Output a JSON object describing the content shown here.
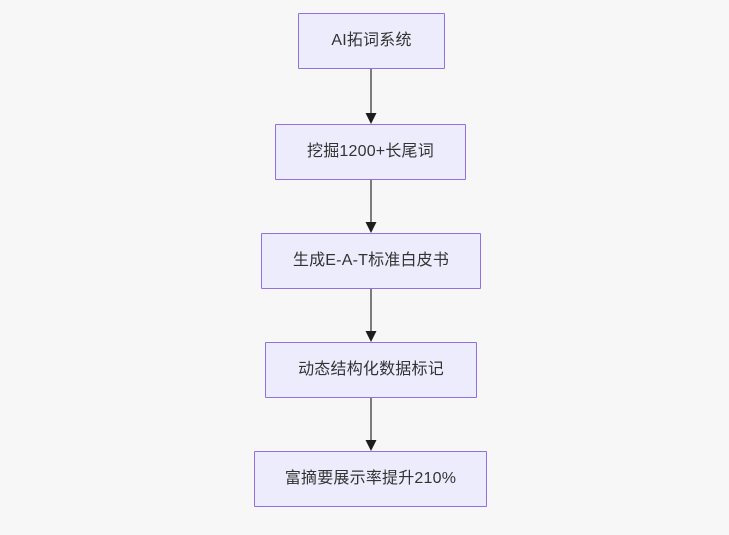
{
  "diagram": {
    "type": "flowchart",
    "orientation": "top-to-bottom",
    "background_color": "#f7f7f7",
    "node_fill_color": "#ececfd",
    "node_border_color": "#9370db",
    "node_text_color": "#333333",
    "edge_color": "#7c7c7c",
    "arrowhead_color": "#1d1d1d",
    "nodes": [
      {
        "id": "node-0",
        "label": "AI拓词系统"
      },
      {
        "id": "node-1",
        "label": "挖掘1200+长尾词"
      },
      {
        "id": "node-2",
        "label": "生成E-A-T标准白皮书"
      },
      {
        "id": "node-3",
        "label": "动态结构化数据标记"
      },
      {
        "id": "node-4",
        "label": "富摘要展示率提升210%"
      }
    ],
    "edges": [
      {
        "from": "node-0",
        "to": "node-1",
        "label": ""
      },
      {
        "from": "node-1",
        "to": "node-2",
        "label": ""
      },
      {
        "from": "node-2",
        "to": "node-3",
        "label": ""
      },
      {
        "from": "node-3",
        "to": "node-4",
        "label": ""
      }
    ]
  }
}
